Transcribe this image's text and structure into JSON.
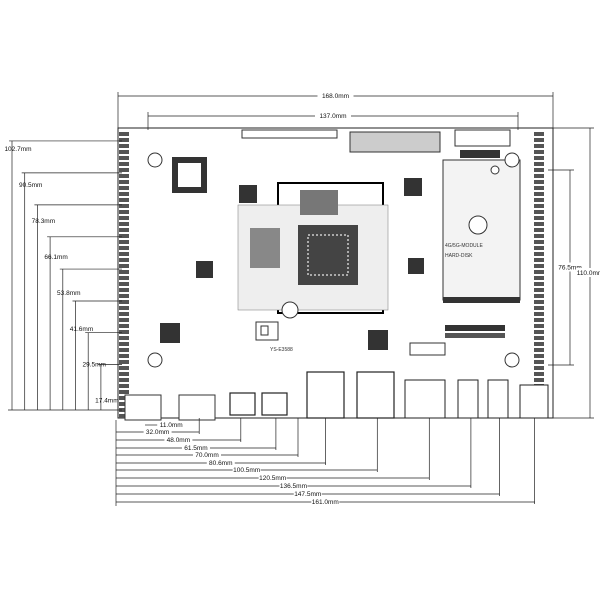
{
  "diagram": {
    "top_dimensions": [
      {
        "label": "168.0mm",
        "mm": 168.0
      },
      {
        "label": "137.0mm",
        "mm": 137.0
      }
    ],
    "right_dimensions": [
      {
        "label": "76.5mm",
        "mm": 76.5
      },
      {
        "label": "110.0mm",
        "mm": 110.0
      }
    ],
    "left_dimensions": [
      {
        "label": "102.7mm",
        "mm": 102.7
      },
      {
        "label": "90.5mm",
        "mm": 90.5
      },
      {
        "label": "78.3mm",
        "mm": 78.3
      },
      {
        "label": "66.1mm",
        "mm": 66.1
      },
      {
        "label": "53.8mm",
        "mm": 53.8
      },
      {
        "label": "41.6mm",
        "mm": 41.6
      },
      {
        "label": "29.5mm",
        "mm": 29.5
      },
      {
        "label": "17.4mm",
        "mm": 17.4
      }
    ],
    "bottom_dimensions": [
      {
        "label": "11.0mm",
        "mm": 11.0
      },
      {
        "label": "32.0mm",
        "mm": 32.0
      },
      {
        "label": "48.0mm",
        "mm": 48.0
      },
      {
        "label": "61.5mm",
        "mm": 61.5
      },
      {
        "label": "70.0mm",
        "mm": 70.0
      },
      {
        "label": "80.6mm",
        "mm": 80.6
      },
      {
        "label": "100.5mm",
        "mm": 100.5
      },
      {
        "label": "120.5mm",
        "mm": 120.5
      },
      {
        "label": "136.5mm",
        "mm": 136.5
      },
      {
        "label": "147.5mm",
        "mm": 147.5
      },
      {
        "label": "161.0mm",
        "mm": 161.0
      }
    ],
    "board_labels": {
      "model": "YS-E3588",
      "module_line1": "4G/5G-MODULE",
      "module_line2": "HARD-DISK"
    }
  }
}
